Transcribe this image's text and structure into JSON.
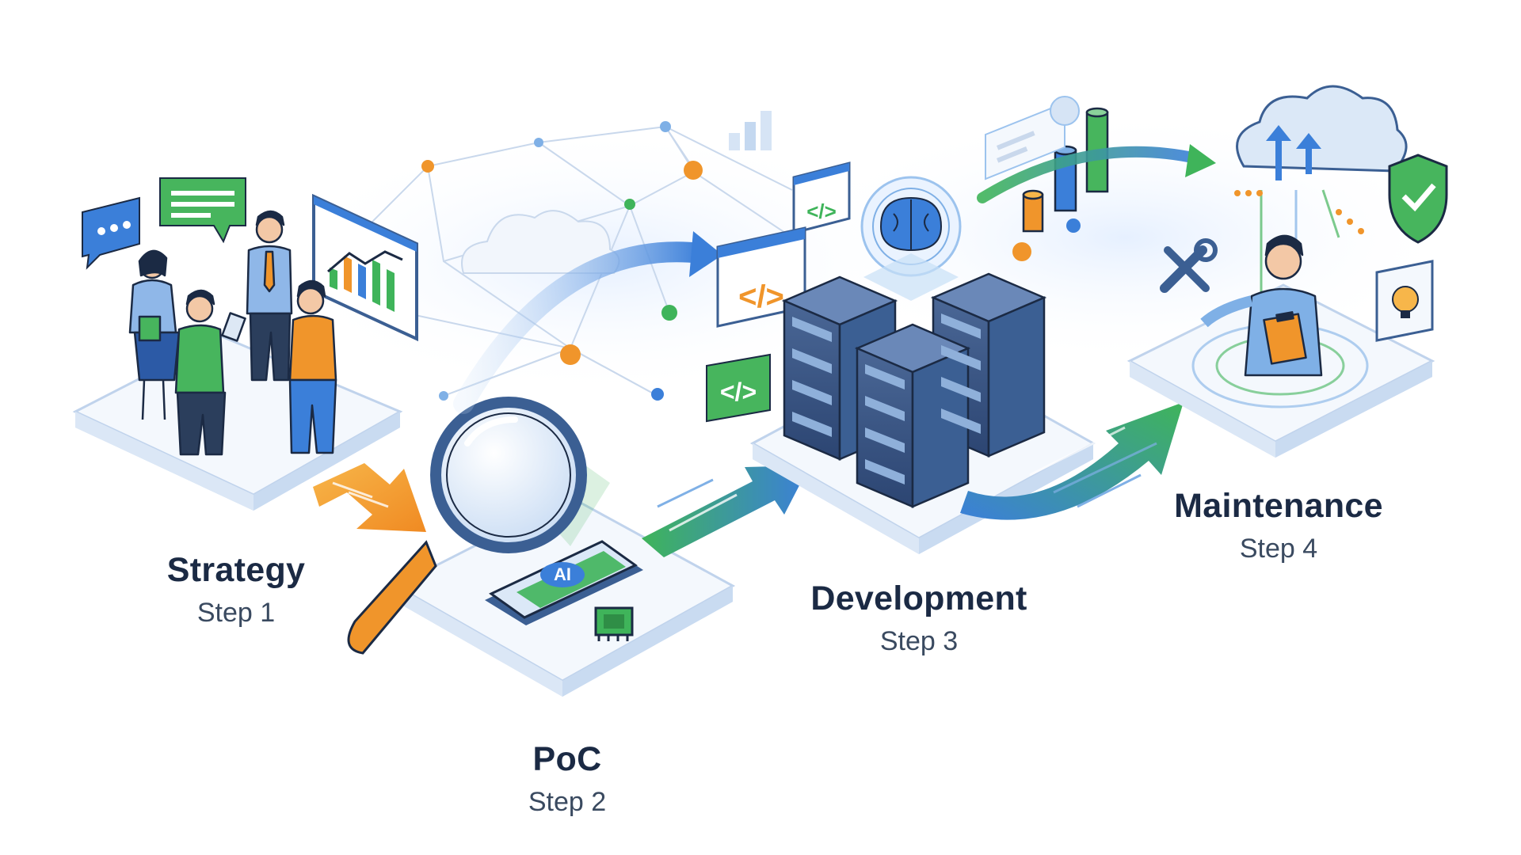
{
  "steps": [
    {
      "title": "Strategy",
      "subtitle": "Step 1"
    },
    {
      "title": "PoC",
      "subtitle": "Step 2"
    },
    {
      "title": "Development",
      "subtitle": "Step 3"
    },
    {
      "title": "Maintenance",
      "subtitle": "Step 4"
    }
  ],
  "badges": {
    "ai": "AI",
    "code": "</>"
  },
  "colors": {
    "navy": "#1b2a44",
    "blue": "#3b7fd9",
    "green": "#3fb45a",
    "orange": "#f0952b",
    "platform": "#e9f0fb",
    "line": "#c9d8ec"
  },
  "icons": [
    "chat-dots-icon",
    "chat-lines-icon",
    "bar-chart-icon",
    "magnifier-icon",
    "chip-icon",
    "code-icon",
    "brain-icon",
    "server-rack-icon",
    "cloud-upload-icon",
    "shield-check-icon",
    "wrench-icon",
    "lightbulb-icon",
    "clipboard-icon"
  ]
}
